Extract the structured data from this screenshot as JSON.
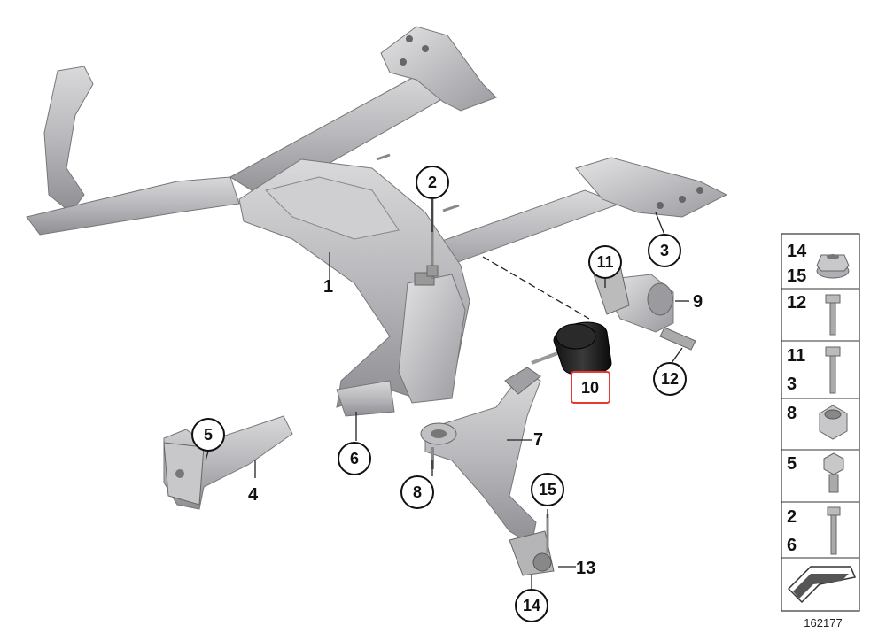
{
  "diagram_id": "162177",
  "callouts": {
    "c1": "1",
    "c2": "2",
    "c3": "3",
    "c4": "4",
    "c5": "5",
    "c6": "6",
    "c7": "7",
    "c8": "8",
    "c9": "9",
    "c10": "10",
    "c11": "11",
    "c12": "12",
    "c13": "13",
    "c14": "14",
    "c15": "15"
  },
  "highlight_color": "#e53935",
  "legend": {
    "row1": [
      "14",
      "15"
    ],
    "row2": [
      "12"
    ],
    "row3": [
      "11",
      "3"
    ],
    "row4": [
      "8"
    ],
    "row5": [
      "5"
    ],
    "row6": [
      "2",
      "6"
    ]
  }
}
